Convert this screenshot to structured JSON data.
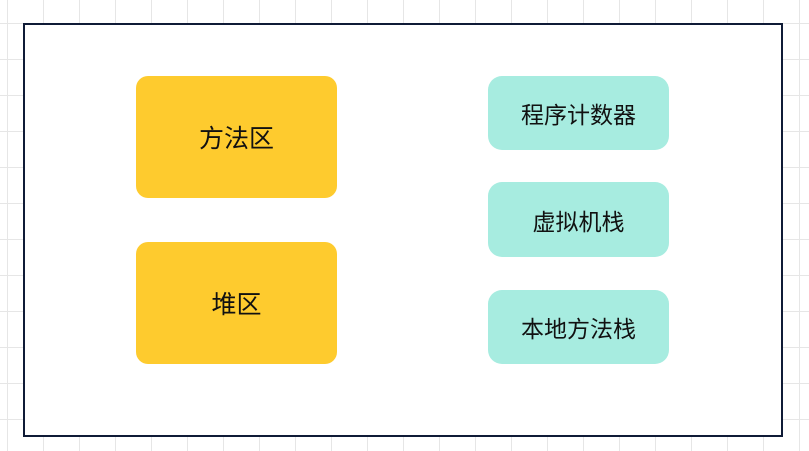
{
  "diagram": {
    "left_column": [
      {
        "id": "method-area",
        "label": "方法区"
      },
      {
        "id": "heap",
        "label": "堆区"
      }
    ],
    "right_column": [
      {
        "id": "pc-register",
        "label": "程序计数器"
      },
      {
        "id": "vm-stack",
        "label": "虚拟机栈"
      },
      {
        "id": "native-method-stack",
        "label": "本地方法栈"
      }
    ]
  },
  "colors": {
    "shared_area": "#fecb2e",
    "thread_private_area": "#a7ece0",
    "frame_border": "#0f1b36",
    "grid": "#e6e6e6"
  }
}
